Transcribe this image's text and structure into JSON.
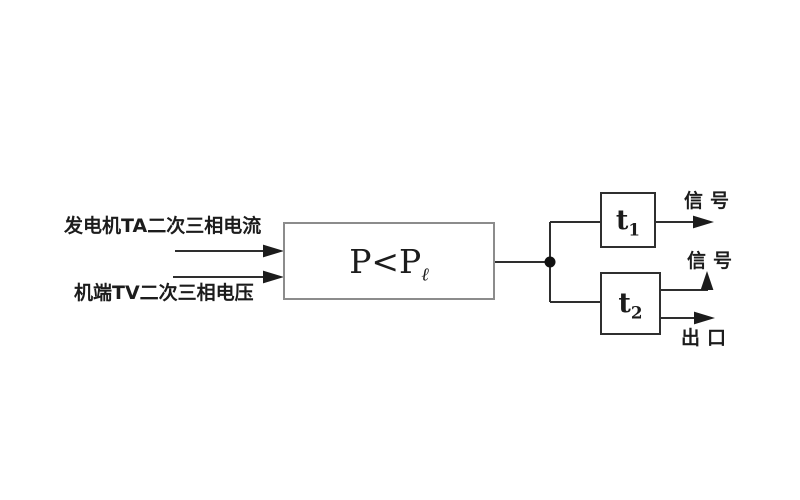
{
  "diagram": {
    "inputs": [
      {
        "label": "发电机TA二次三相电流"
      },
      {
        "label": "机端TV二次三相电压"
      }
    ],
    "comparator": {
      "base": "P<P",
      "subscript": "ℓ"
    },
    "timer1": {
      "base": "t",
      "subscript": "1"
    },
    "timer2": {
      "base": "t",
      "subscript": "2"
    },
    "outputs": {
      "timer1_signal": "信号",
      "timer2_signal": "信号",
      "timer2_trip": "出口"
    },
    "colors": {
      "wire": "#2e2e2e",
      "comparator_border": "#8c8c8c",
      "timer_border": "#2f2f2f",
      "text": "#1c1c1c",
      "background": "#ffffff"
    }
  }
}
